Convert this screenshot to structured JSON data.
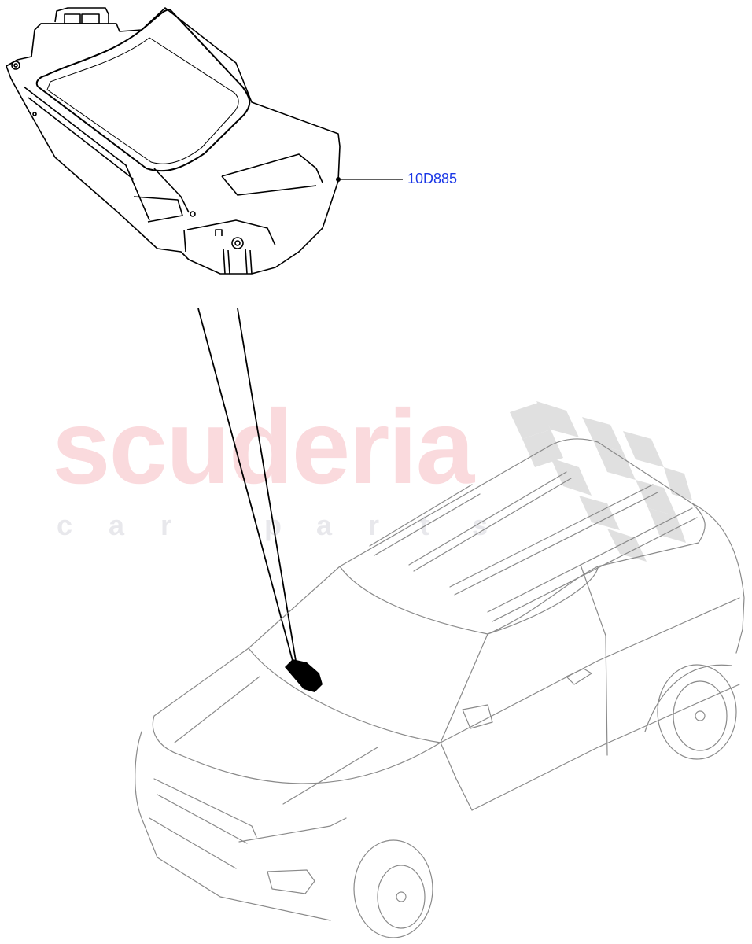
{
  "diagram": {
    "type": "parts-illustration",
    "callouts": [
      {
        "label": "10D885",
        "color": "#1a37e6"
      }
    ],
    "watermark": {
      "main": "scuderia",
      "sub_letters": [
        "c",
        "a",
        "r",
        "",
        "p",
        "a",
        "r",
        "t",
        "s"
      ],
      "main_color": "#fadadd",
      "sub_color": "#e8e8ec",
      "flag_color": "#d9d9d9"
    },
    "components": {
      "module": "control-module",
      "vehicle": "suv-vehicle-outline",
      "location_marker": "module-location-marker"
    }
  }
}
